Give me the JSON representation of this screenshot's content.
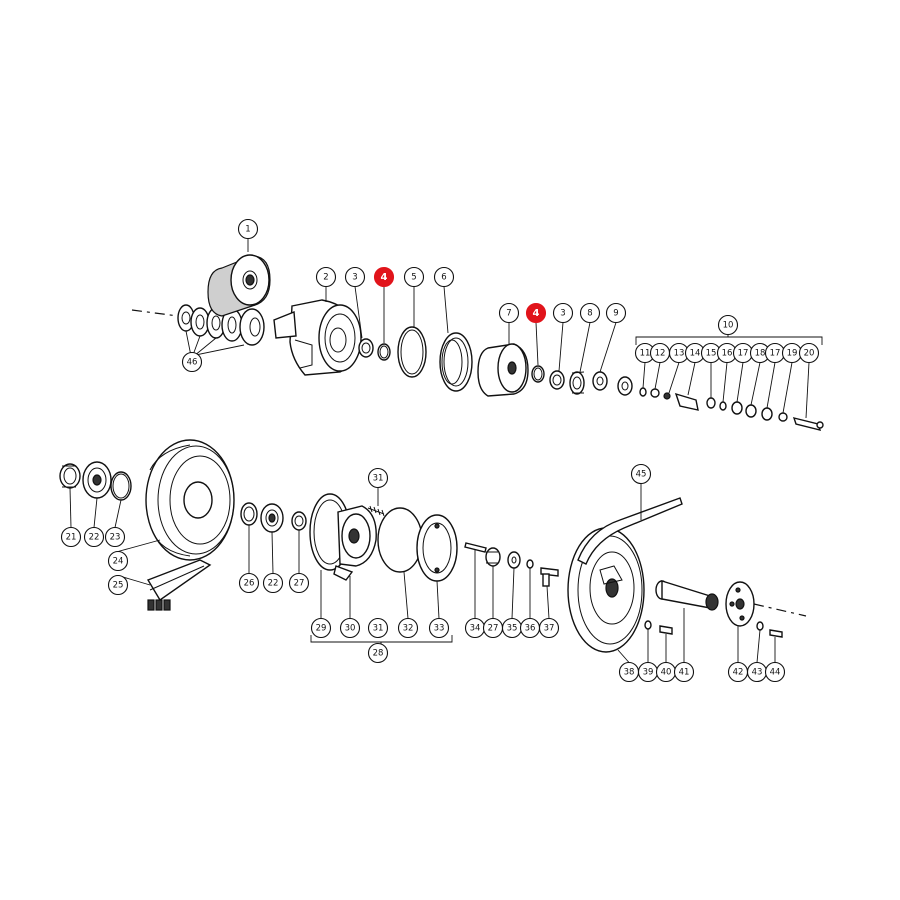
{
  "diagram": {
    "highlight_color": "#e1141b",
    "callouts": [
      {
        "id": "c1",
        "label": "1"
      },
      {
        "id": "c2",
        "label": "2"
      },
      {
        "id": "c3a",
        "label": "3"
      },
      {
        "id": "c4a",
        "label": "4",
        "highlighted": true
      },
      {
        "id": "c5",
        "label": "5"
      },
      {
        "id": "c6",
        "label": "6"
      },
      {
        "id": "c7",
        "label": "7"
      },
      {
        "id": "c4b",
        "label": "4",
        "highlighted": true
      },
      {
        "id": "c3b",
        "label": "3"
      },
      {
        "id": "c8",
        "label": "8"
      },
      {
        "id": "c9",
        "label": "9"
      },
      {
        "id": "c10",
        "label": "10"
      },
      {
        "id": "c11",
        "label": "11"
      },
      {
        "id": "c12",
        "label": "12"
      },
      {
        "id": "c13",
        "label": "13"
      },
      {
        "id": "c14",
        "label": "14"
      },
      {
        "id": "c15",
        "label": "15"
      },
      {
        "id": "c16",
        "label": "16"
      },
      {
        "id": "c17a",
        "label": "17"
      },
      {
        "id": "c18",
        "label": "18"
      },
      {
        "id": "c17b",
        "label": "17"
      },
      {
        "id": "c19",
        "label": "19"
      },
      {
        "id": "c20",
        "label": "20"
      },
      {
        "id": "c46",
        "label": "46"
      },
      {
        "id": "c21",
        "label": "21"
      },
      {
        "id": "c22a",
        "label": "22"
      },
      {
        "id": "c23",
        "label": "23"
      },
      {
        "id": "c24",
        "label": "24"
      },
      {
        "id": "c25",
        "label": "25"
      },
      {
        "id": "c26",
        "label": "26"
      },
      {
        "id": "c22b",
        "label": "22"
      },
      {
        "id": "c27a",
        "label": "27"
      },
      {
        "id": "c31a",
        "label": "31"
      },
      {
        "id": "c29",
        "label": "29"
      },
      {
        "id": "c30",
        "label": "30"
      },
      {
        "id": "c31b",
        "label": "31"
      },
      {
        "id": "c32",
        "label": "32"
      },
      {
        "id": "c33",
        "label": "33"
      },
      {
        "id": "c28",
        "label": "28"
      },
      {
        "id": "c34",
        "label": "34"
      },
      {
        "id": "c27b",
        "label": "27"
      },
      {
        "id": "c35",
        "label": "35"
      },
      {
        "id": "c36",
        "label": "36"
      },
      {
        "id": "c37",
        "label": "37"
      },
      {
        "id": "c45",
        "label": "45"
      },
      {
        "id": "c38",
        "label": "38"
      },
      {
        "id": "c39",
        "label": "39"
      },
      {
        "id": "c40",
        "label": "40"
      },
      {
        "id": "c41",
        "label": "41"
      },
      {
        "id": "c42",
        "label": "42"
      },
      {
        "id": "c43",
        "label": "43"
      },
      {
        "id": "c44",
        "label": "44"
      }
    ]
  }
}
